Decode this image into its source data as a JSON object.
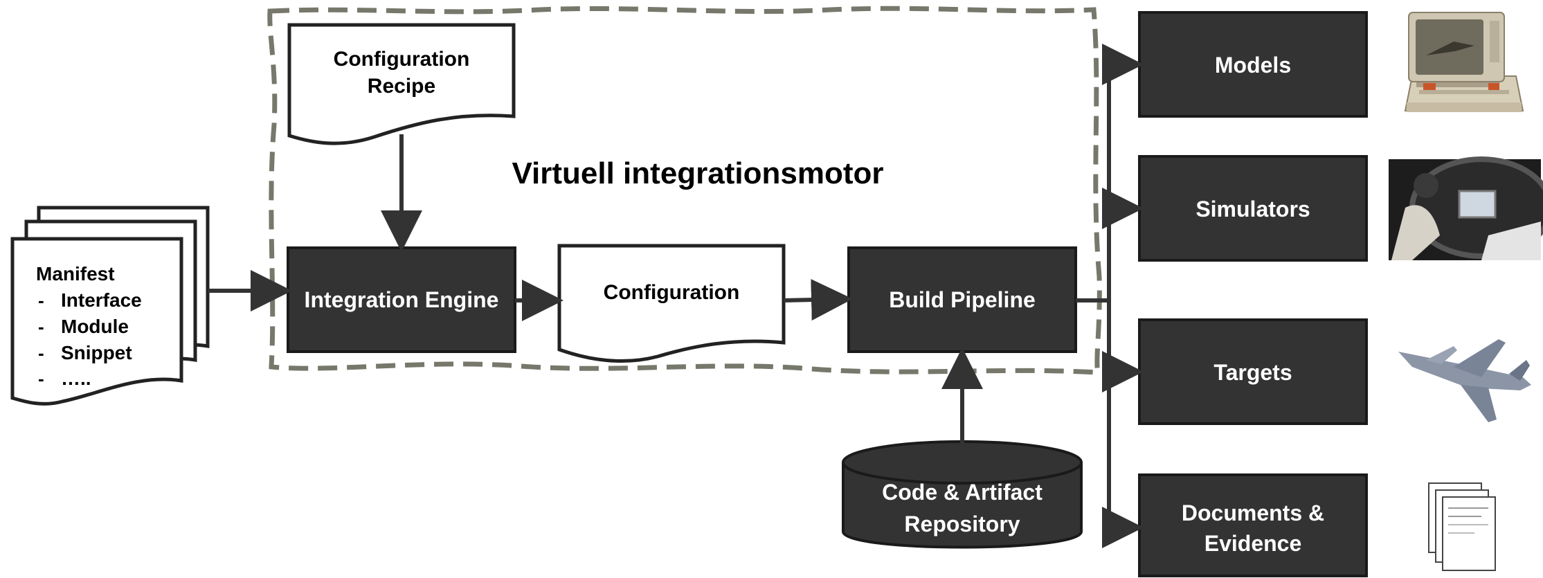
{
  "title": "Virtuell integrationsmotor",
  "manifest": {
    "heading": "Manifest",
    "items": [
      "Interface",
      "Module",
      "Snippet",
      "….."
    ],
    "bullet": "-"
  },
  "config_recipe": [
    "Configuration",
    "Recipe"
  ],
  "integration_engine": "Integration Engine",
  "configuration": "Configuration",
  "build_pipeline": "Build Pipeline",
  "repository": [
    "Code & Artifact",
    "Repository"
  ],
  "outputs": {
    "models": "Models",
    "simulators": "Simulators",
    "targets": "Targets",
    "documents": [
      "Documents &",
      "Evidence"
    ]
  },
  "colors": {
    "box_fill": "#333333",
    "box_text": "#ffffff",
    "dash": "#77786b",
    "line": "#333333"
  }
}
